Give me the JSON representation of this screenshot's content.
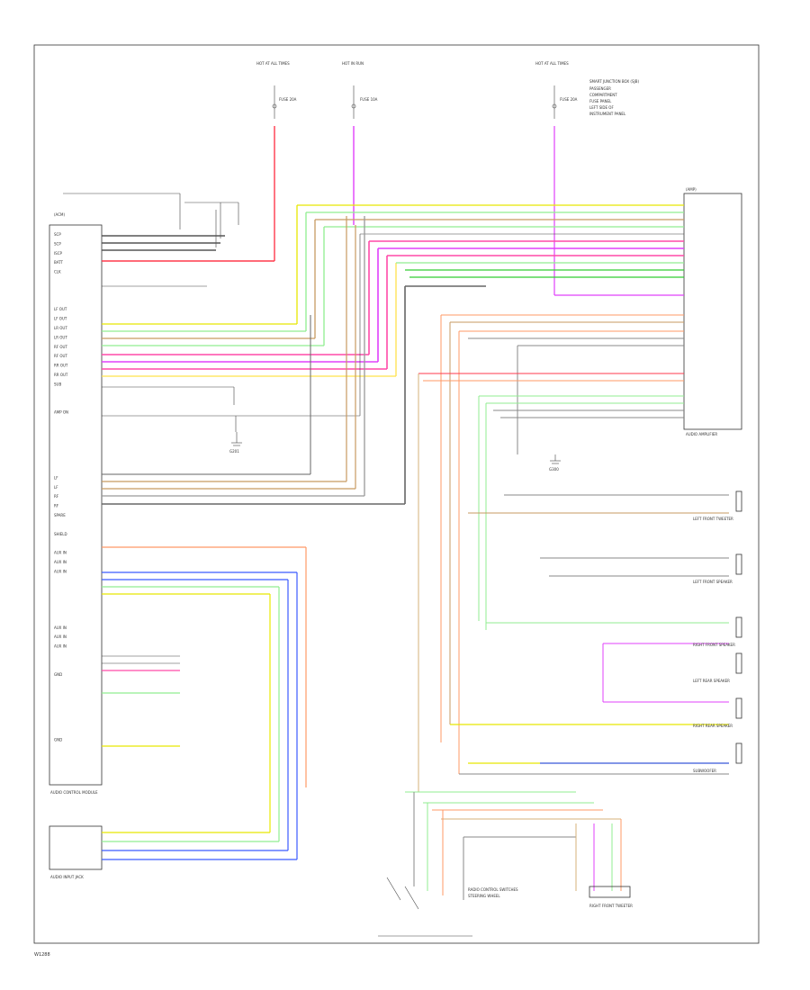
{
  "diagram": {
    "ref_id": "W1288",
    "components": {
      "audio_control_module": {
        "label": "AUDIO CONTROL MODULE",
        "sub_label": "(ACM)",
        "pins_left": [
          "SCP",
          "SCP",
          "ISCP",
          "BATT",
          "CLK",
          "",
          "",
          "",
          "LF OUT",
          "LF OUT",
          "LR OUT",
          "LR OUT",
          "RF OUT",
          "RF OUT",
          "RR OUT",
          "RR OUT",
          "SUB",
          "",
          "",
          "AMP ON",
          "",
          "",
          "",
          "",
          "",
          "",
          "LF",
          "LF",
          "RF",
          "RF",
          "SPARE",
          "",
          "SHIELD",
          "",
          "AUX IN",
          "AUX IN",
          "AUX IN",
          "",
          "",
          "",
          "",
          "",
          "AUX IN",
          "AUX IN",
          "AUX IN",
          "",
          "",
          "GND",
          "",
          "",
          "",
          "",
          "",
          "",
          "GND",
          "",
          "",
          "",
          ""
        ]
      },
      "audio_amplifier": {
        "label": "AUDIO AMPLIFIER",
        "sub_label": "(AMP)"
      },
      "audio_input_jack": {
        "label": "AUDIO INPUT JACK"
      },
      "hot_at_all_times_1": {
        "label": "HOT AT ALL TIMES",
        "fuse": "FUSE 20A"
      },
      "hot_at_all_times_2": {
        "label": "HOT IN RUN",
        "fuse": "FUSE 10A"
      },
      "hot_at_all_times_3": {
        "label": "HOT AT ALL TIMES",
        "fuse": "FUSE 20A"
      },
      "smart_junction_box": {
        "label": "SMART JUNCTION BOX (SJB)",
        "notes": [
          "PASSENGER",
          "COMPARTMENT",
          "FUSE PANEL",
          "LEFT SIDE OF",
          "INSTRUMENT PANEL"
        ]
      },
      "ground_1": {
        "label": "G201"
      },
      "ground_2": {
        "label": "G300"
      },
      "speakers": [
        {
          "label": "LEFT FRONT TWEETER"
        },
        {
          "label": "LEFT FRONT SPEAKER"
        },
        {
          "label": "RIGHT FRONT SPEAKER"
        },
        {
          "label": "LEFT REAR SPEAKER"
        },
        {
          "label": "RIGHT REAR SPEAKER"
        },
        {
          "label": "SUBWOOFER"
        },
        {
          "label": "RIGHT FRONT TWEETER"
        }
      ],
      "steering_controls": {
        "label": "RADIO CONTROL SWITCHES",
        "sub_label": "STEERING WHEEL"
      }
    }
  }
}
